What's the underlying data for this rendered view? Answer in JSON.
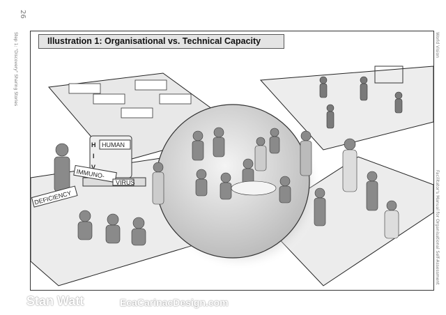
{
  "page": {
    "number": "26",
    "running_head_left": "Step 1:  \"Discovery\" Sharing Stories",
    "running_head_right_top": "World Vision",
    "running_head_right_bottom": "Facilitator's Manual for Organisational Self-Assessment"
  },
  "illustration": {
    "title": "Illustration 1:  Organisational vs. Technical Capacity",
    "signs": {
      "human": "HUMAN",
      "h": "H",
      "i": "I",
      "v": "V",
      "immuno": "IMMUNO-",
      "deficiency": "DEFICIENCY",
      "virus": "VIRUS"
    }
  },
  "footer": {
    "artist": "Stan Watt",
    "website": "EcaCarinacDesign.com"
  }
}
